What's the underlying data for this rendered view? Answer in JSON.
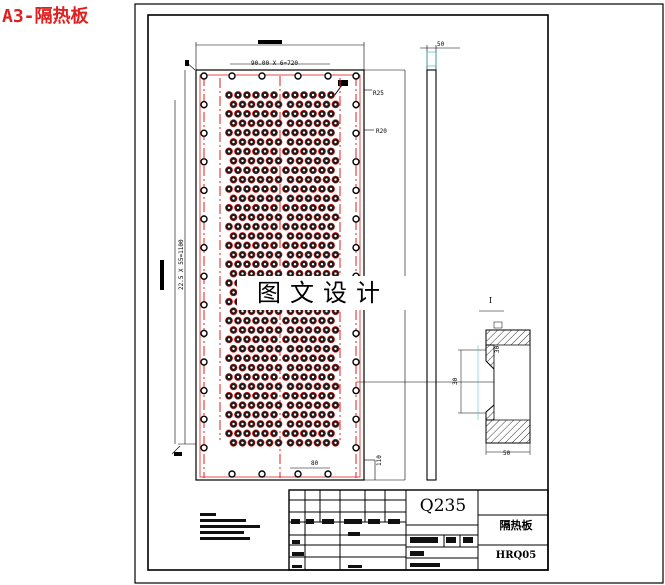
{
  "page_label": "A3-隔热板",
  "watermark": "图文设计",
  "title_block": {
    "material": "Q235",
    "part_name": "隔热板",
    "part_code": "HRQ05"
  },
  "section_label": "I",
  "dimensions": {
    "thickness": "50",
    "hole_radius_top": "R25",
    "hole_radius_side": "R20",
    "bottom_width": "80",
    "right_height": "110",
    "top_pitch": "90.00 X 6=720",
    "left_height": "22.5 X 55=1100",
    "detail_height_1": "30",
    "detail_height_2": "30",
    "detail_width": "50"
  },
  "colors": {
    "centerline": "#e0201e",
    "lines": "#000000",
    "label": "#e0201e"
  }
}
